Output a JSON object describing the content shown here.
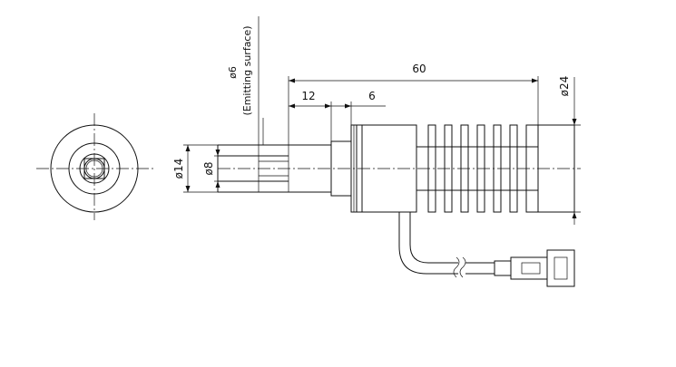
{
  "dimensions": {
    "length_total": "60",
    "length_a": "12",
    "length_b": "6",
    "diameter_outer": "ø24",
    "diameter_tube": "ø14",
    "diameter_inner": "ø8",
    "diameter_emit": "ø6",
    "emit_note": "(Emitting surface)"
  },
  "colors": {
    "line": "#111111",
    "background": "#ffffff"
  }
}
